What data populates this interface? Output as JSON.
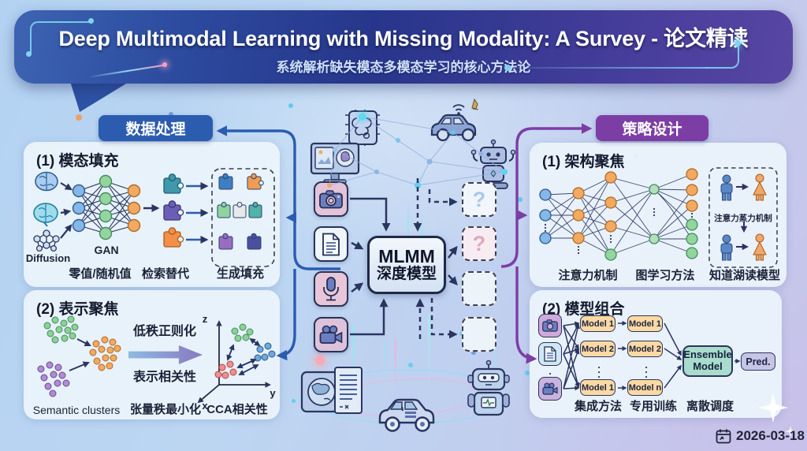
{
  "banner": {
    "title": "Deep Multimodal Learning with Missing Modality: A Survey - 论文精读",
    "subtitle": "系统解析缺失模态多模态学习的核心方法论"
  },
  "left_flow": {
    "badge": "数据处理",
    "panel1": {
      "heading": "(1) 模态填充",
      "diffusion_label": "Diffusion",
      "gan_label": "GAN",
      "labels": [
        "零值/随机值",
        "检索替代",
        "生成填充"
      ]
    },
    "panel2": {
      "heading": "(2) 表示聚焦",
      "upper_label": "低秩正则化",
      "lower_label": "表示相关性",
      "axis": {
        "x": "x",
        "y": "y",
        "z": "z"
      },
      "labels": [
        "Semantic clusters",
        "张量秩最小化",
        "CCA相关性"
      ]
    }
  },
  "center": {
    "model_line1": "MLMM",
    "model_line2": "深度模型",
    "question_mark_1": "?",
    "question_mark_2": "?"
  },
  "right_flow": {
    "badge": "策略设计",
    "panel1": {
      "heading": "(1) 架构聚焦",
      "distill_caption": "注意力蒸力机制",
      "labels": [
        "注意力机制",
        "图学习方法",
        "知道湖读模型"
      ]
    },
    "panel2": {
      "heading": "(2) 模型组合",
      "col1": [
        "Model 1",
        "Model 2",
        "Model 1"
      ],
      "col2": [
        "Model 1",
        "Model 2",
        "Model n"
      ],
      "ensemble": "Ensemble Model",
      "pred": "Pred.",
      "labels": [
        "集成方法",
        "专用训练",
        "离散调度"
      ]
    }
  },
  "footer": {
    "date": "2026-03-18"
  },
  "icons": {
    "camera-icon": "camera glyph",
    "document-icon": "text document glyph",
    "microphone-icon": "microphone glyph",
    "video-camera-icon": "video camera glyph",
    "brain-icon": "brain glyph",
    "diffusion-molecule-icon": "molecule graph glyph",
    "puzzle-icon": "puzzle piece glyph",
    "chip-icon": "AI chip glyph",
    "monitor-icon": "monitor with images glyph",
    "car-icon": "autonomous car glyph",
    "robot-icon": "robot glyph",
    "globe-document-icon": "globe with document glyph",
    "calendar-icon": "calendar glyph",
    "sparkle-icon": "four-point star"
  },
  "colors": {
    "badge_blue": "#2b5cb0",
    "badge_purple": "#7c3da5",
    "banner_left": "#3d64b2",
    "banner_right": "#5846a3",
    "navy_stroke": "#2a3560",
    "model_box": "#fbd9a3",
    "ensemble_box": "#a9dccd",
    "pred_box": "#c6c5e6",
    "panel_bg": "#ecf4fb"
  }
}
